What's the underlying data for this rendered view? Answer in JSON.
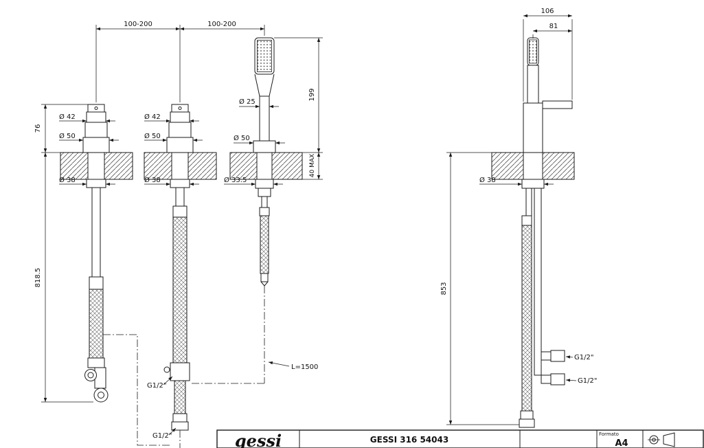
{
  "colors": {
    "ink": "#1a1a1a",
    "paper": "#ffffff"
  },
  "views": {
    "faucet_left": {
      "dim_spacing": "100-200",
      "d_handle": "Ø 42",
      "d_base": "Ø 50",
      "d_shank": "Ø 38",
      "h_above_deck": "76",
      "h_below_deck": "818.5"
    },
    "faucet_middle": {
      "dim_spacing": "100-200",
      "d_handle": "Ø 42",
      "d_base": "Ø 50",
      "d_shank": "Ø 38",
      "conn_mid": "G1/2\"",
      "conn_bottom": "G1/2\""
    },
    "handshower": {
      "d_head": "Ø 25",
      "d_base": "Ø 50",
      "d_shank": "Ø 33.5",
      "h_above_deck": "199",
      "deck_thickness": "40 MAX",
      "hose_length": "L=1500"
    },
    "mixer_side": {
      "w_overall": "106",
      "w_lever": "81",
      "d_shank": "Ø 38",
      "h_below_deck": "853",
      "conn_upper": "G1/2\"",
      "conn_lower": "G1/2\""
    }
  },
  "title_block": {
    "brand_logo": "gessi",
    "drawing_code": "GESSI 316 54043",
    "format_label": "Formato",
    "format_value": "A4"
  }
}
